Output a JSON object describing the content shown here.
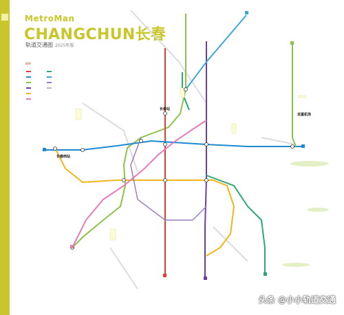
{
  "header": {
    "brand": "MetroMan",
    "city": "CHANGCHUN长春",
    "subtitle": "轨道交通图",
    "version": "2025年版"
  },
  "legend": {
    "title": "图例"
  },
  "stations": {
    "changchun": "长春站",
    "changchun_west": "长春西站",
    "airport": "龙嘉机场"
  },
  "watermark": "头条 @小小轨道交通",
  "colors": {
    "accent": "#c8c62a",
    "line1": "#e63b2e",
    "line2": "#1e88d0",
    "line3": "#8bc34a",
    "line4": "#6a3fa0",
    "line5": "#f3b51a",
    "line6": "#e97ab8",
    "line8": "#2aa878",
    "lineJ": "#3aa7d8"
  }
}
